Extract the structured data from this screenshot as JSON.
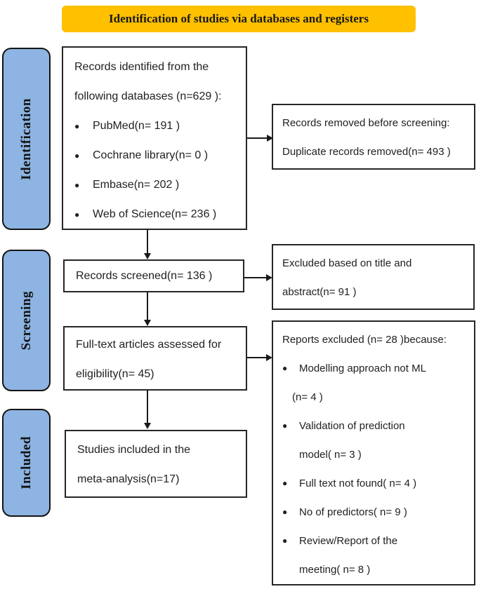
{
  "header": {
    "title": "Identification of studies via databases and registers",
    "bg_color": "#FFC000"
  },
  "sidebar": {
    "bg_color": "#8DB4E2",
    "stages": [
      {
        "label": "Identification"
      },
      {
        "label": "Screening"
      },
      {
        "label": "Included"
      }
    ]
  },
  "glyphs": {
    "bullet": "●"
  },
  "flow": {
    "records_identified": {
      "line1": "Records identified from the",
      "line2": "following databases (n=629 ):",
      "bullets": [
        "PubMed(n= 191 )",
        "Cochrane library(n= 0 )",
        "Embase(n= 202 )",
        "Web of Science(n= 236 )"
      ]
    },
    "records_removed": {
      "line1": "Records removed before screening:",
      "line2": "Duplicate records removed(n= 493 )"
    },
    "records_screened": {
      "line1": "Records screened(n= 136 )"
    },
    "excluded_title_abstract": {
      "line1": "Excluded based on title and",
      "line2": "abstract(n= 91 )"
    },
    "fulltext_assessed": {
      "line1": "Full-text articles assessed for",
      "line2": "eligibility(n= 45)"
    },
    "reports_excluded": {
      "line1": "Reports excluded (n= 28 )because:",
      "bullets": [
        {
          "line1": "Modelling approach not ML",
          "line2": "(n= 4 )"
        },
        {
          "line1": "Validation of prediction",
          "line2": "model( n= 3 )"
        },
        {
          "line1": "Full text not found( n= 4 )"
        },
        {
          "line1": "No of predictors( n= 9 )"
        },
        {
          "line1": "Review/Report of the",
          "line2": "meeting( n= 8 )"
        }
      ]
    },
    "studies_included": {
      "line1": "Studies included in the",
      "line2": "meta-analysis(n=17)"
    }
  }
}
